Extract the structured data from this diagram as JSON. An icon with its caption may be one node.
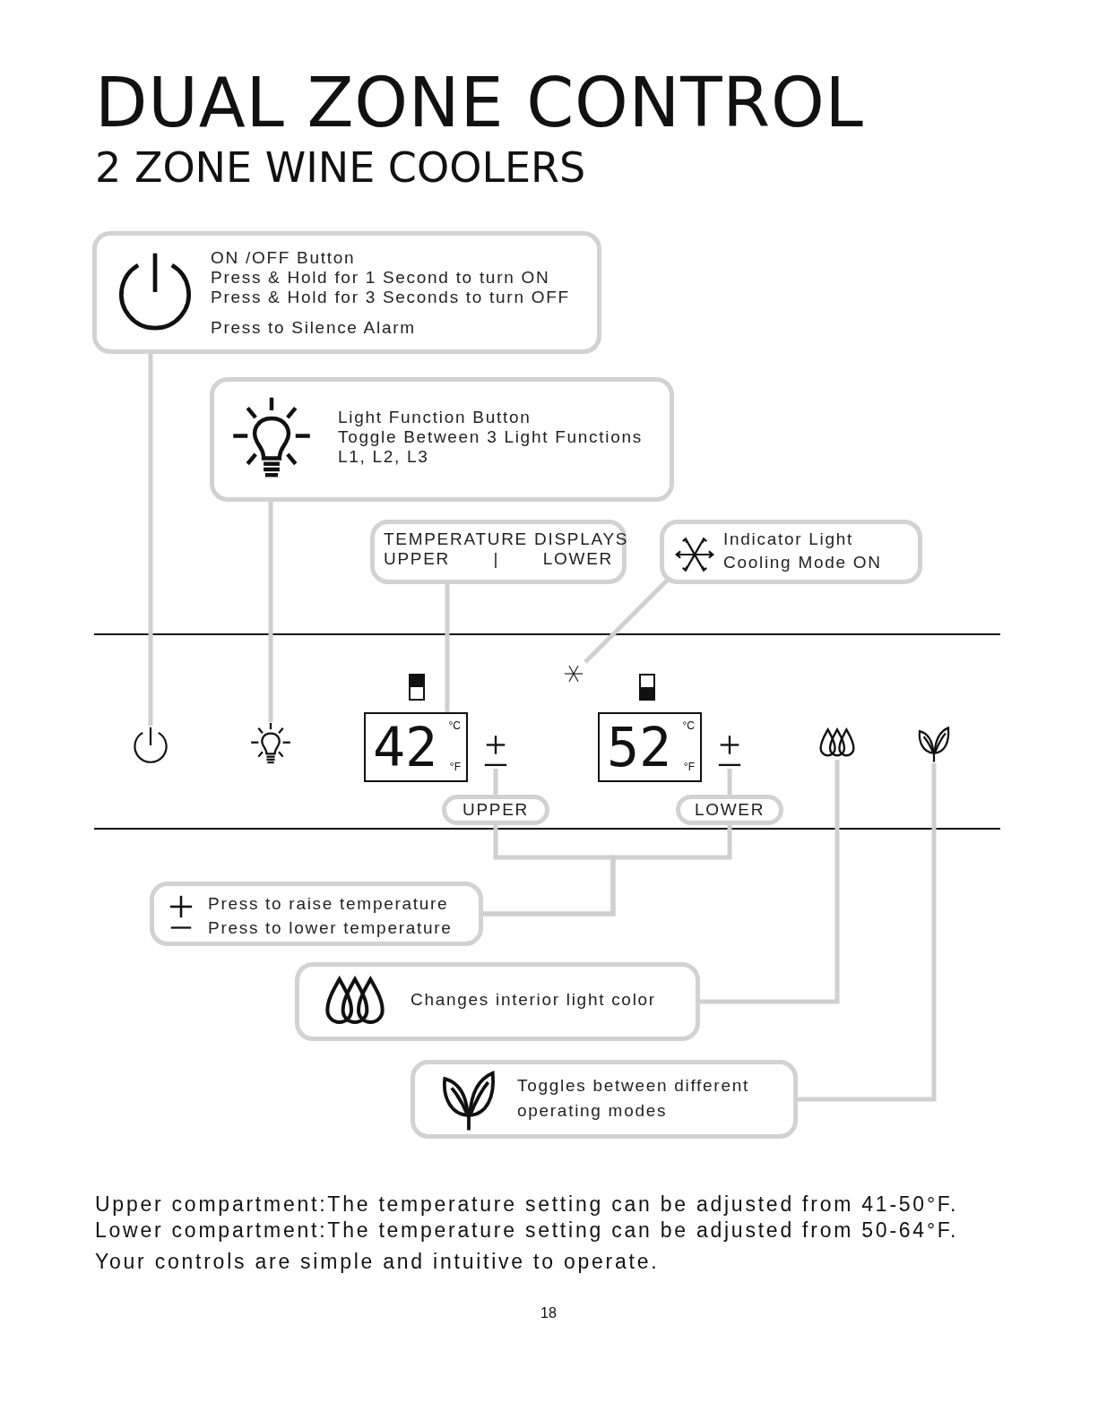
{
  "diagram": {
    "title": "DUAL ZONE CONTROL",
    "nodes": [
      {
        "text": [
          "ON /OFF Button",
          "Press & Hold for 1 Second to turn ON",
          "Press & Hold for 3 Seconds to turn OFF",
          "Press to Silence Alarm"
        ]
      },
      {
        "text": [
          "Light Function Button",
          "Toggle Between 3 Light Functions",
          "L1, L2, L3"
        ]
      },
      {
        "text": [
          "TEMPERATURE DISPLAYS",
          "UPPER",
          "|",
          "LOWER"
        ]
      },
      {
        "text": [
          "Indicator Light",
          "Cooling Mode ON"
        ]
      },
      {
        "text": [],
        "shape": "icon"
      },
      {
        "text": [],
        "shape": "icon"
      },
      {
        "text": [
          "42",
          "°C",
          "°F"
        ]
      },
      {
        "text": [],
        "shape": "icon"
      },
      {
        "text": [
          "52",
          "°C",
          "°F"
        ]
      },
      {
        "text": [
          "UPPER"
        ]
      },
      {
        "text": [
          "LOWER"
        ]
      },
      {
        "text": [
          "Press to raise temperature",
          "Press to lower temperature"
        ]
      },
      {
        "text": [],
        "shape": "icon"
      },
      {
        "text": [],
        "shape": "icon"
      },
      {
        "text": [
          "Changes interior light color"
        ]
      },
      {
        "text": [
          "Toggles between different operating modes"
        ]
      },
      {
        "text": [],
        "shape": "icon"
      },
      {
        "text": [],
        "shape": "icon"
      }
    ],
    "edges": [
      {
        "from": 0,
        "to": 4,
        "arrow": "none"
      },
      {
        "from": 1,
        "to": 5,
        "arrow": "none"
      },
      {
        "from": 2,
        "to": 6,
        "arrow": "none"
      },
      {
        "from": 3,
        "to": 7,
        "arrow": "none"
      },
      {
        "from": 9,
        "to": 11,
        "arrow": "none"
      },
      {
        "from": 10,
        "to": 11,
        "arrow": "none"
      },
      {
        "from": 14,
        "to": 12,
        "arrow": "none"
      },
      {
        "from": 15,
        "to": 13,
        "arrow": "none"
      },
      {
        "from": 9,
        "to": 16,
        "arrow": "none"
      },
      {
        "from": 10,
        "to": 17,
        "arrow": "none"
      }
    ],
    "labels": [
      "2 ZONE WINE COOLERS",
      "Upper compartment:The temperature setting can be adjusted from 41-50°F.",
      "Lower compartment:The temperature setting can be adjusted from 50-64°F.",
      "Your controls are simple and intuitive to operate.",
      "18"
    ]
  }
}
